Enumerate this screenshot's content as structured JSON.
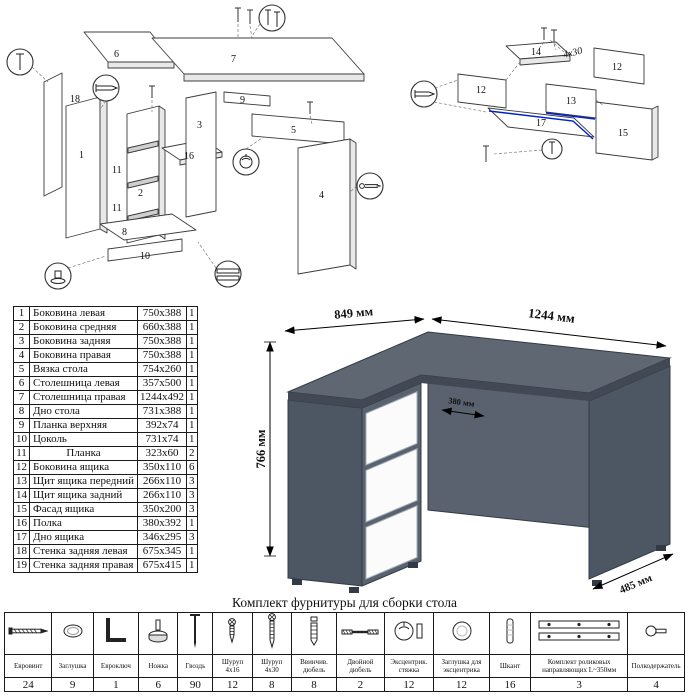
{
  "parts_table": {
    "rows": [
      {
        "n": "1",
        "name": "Боковина левая",
        "size": "750x388",
        "qty": "1"
      },
      {
        "n": "2",
        "name": "Боковина средняя",
        "size": "660x388",
        "qty": "1"
      },
      {
        "n": "3",
        "name": "Боковина задняя",
        "size": "750x388",
        "qty": "1"
      },
      {
        "n": "4",
        "name": "Боковина правая",
        "size": "750x388",
        "qty": "1"
      },
      {
        "n": "5",
        "name": "Вязка стола",
        "size": "754x260",
        "qty": "1"
      },
      {
        "n": "6",
        "name": "Столешница левая",
        "size": "357x500",
        "qty": "1"
      },
      {
        "n": "7",
        "name": "Столешница правая",
        "size": "1244x492",
        "qty": "1"
      },
      {
        "n": "8",
        "name": "Дно стола",
        "size": "731x388",
        "qty": "1"
      },
      {
        "n": "9",
        "name": "Планка верхняя",
        "size": "392x74",
        "qty": "1"
      },
      {
        "n": "10",
        "name": "Цоколь",
        "size": "731x74",
        "qty": "1"
      },
      {
        "n": "11",
        "name": "Планка",
        "size": "323x60",
        "qty": "2"
      },
      {
        "n": "12",
        "name": "Боковина ящика",
        "size": "350x110",
        "qty": "6"
      },
      {
        "n": "13",
        "name": "Щит ящика передний",
        "size": "266x110",
        "qty": "3"
      },
      {
        "n": "14",
        "name": "Щит ящика задний",
        "size": "266x110",
        "qty": "3"
      },
      {
        "n": "15",
        "name": "Фасад ящика",
        "size": "350x200",
        "qty": "3"
      },
      {
        "n": "16",
        "name": "Полка",
        "size": "380x392",
        "qty": "1"
      },
      {
        "n": "17",
        "name": "Дно ящика",
        "size": "346x295",
        "qty": "3"
      },
      {
        "n": "18",
        "name": "Стенка задняя левая",
        "size": "675x345",
        "qty": "1"
      },
      {
        "n": "19",
        "name": "Стенка задняя правая",
        "size": "675x415",
        "qty": "1"
      }
    ]
  },
  "diagram_desk": {
    "labels": {
      "p1": "1",
      "p2": "2",
      "p3": "3",
      "p4": "4",
      "p5": "5",
      "p6": "6",
      "p7": "7",
      "p8": "8",
      "p9": "9",
      "p10": "10",
      "p11": "11",
      "p16": "16",
      "p18": "18"
    }
  },
  "diagram_drawer": {
    "labels": {
      "p12": "12",
      "p13": "13",
      "p14": "14",
      "p15": "15",
      "p17": "17",
      "screw_size": "4x30"
    }
  },
  "desk": {
    "dim_left_depth": "849 мм",
    "dim_width": "1244 мм",
    "dim_height": "766 мм",
    "dim_inner_depth": "380 мм",
    "dim_right_depth": "485 мм",
    "colors": {
      "top": "#5e6772",
      "body": "#59626f",
      "side_dark": "#4d5663",
      "interior": "#5a626f",
      "edge": "#424954",
      "drawer": "#fbfbfb"
    }
  },
  "hardware": {
    "title": "Комплект фурнитуры для сборки стола",
    "items": [
      {
        "icon": "euroscrew-icon",
        "name": "Евровинт",
        "qty": "24"
      },
      {
        "icon": "cap-icon",
        "name": "Заглушка",
        "qty": "9"
      },
      {
        "icon": "hexkey-icon",
        "name": "Евроключ",
        "qty": "1"
      },
      {
        "icon": "foot-icon",
        "name": "Ножка",
        "qty": "6"
      },
      {
        "icon": "nail-icon",
        "name": "Гвоздь",
        "qty": "90"
      },
      {
        "icon": "screw-icon",
        "name": "Шуруп 4x16",
        "qty": "12"
      },
      {
        "icon": "screw-long-icon",
        "name": "Шуруп 4x30",
        "qty": "8"
      },
      {
        "icon": "dowel-screw-icon",
        "name": "Ввинчив. дюбель",
        "qty": "8"
      },
      {
        "icon": "double-dowel-icon",
        "name": "Двойной дюбель",
        "qty": "2"
      },
      {
        "icon": "cam-lock-icon",
        "name": "Эксцентрик. стяжка",
        "qty": "12"
      },
      {
        "icon": "cam-cap-icon",
        "name": "Заглушка для эксцентрика",
        "qty": "12"
      },
      {
        "icon": "dowel-icon",
        "name": "Шкант",
        "qty": "16"
      },
      {
        "icon": "drawer-slides-icon",
        "name": "Комплект роликовых направляющих L~350мм",
        "qty": "3"
      },
      {
        "icon": "shelf-pin-icon",
        "name": "Полкодержатель",
        "qty": "4"
      }
    ]
  }
}
